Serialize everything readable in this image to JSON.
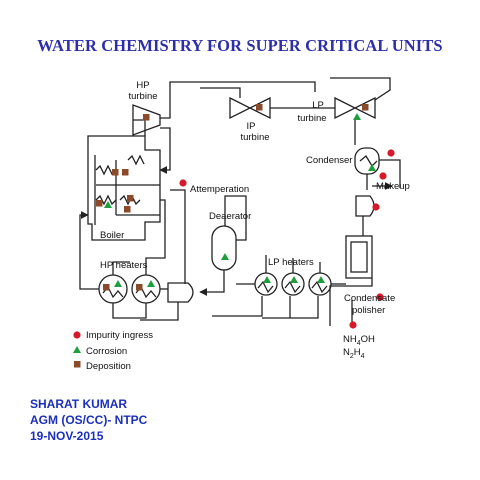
{
  "title": "WATER CHEMISTRY FOR SUPER CRITICAL UNITS",
  "diagram": {
    "labels": {
      "hp_turbine_1": "HP",
      "hp_turbine_2": "turbine",
      "ip_turbine_1": "IP",
      "ip_turbine_2": "turbine",
      "lp_turbine_1": "LP",
      "lp_turbine_2": "turbine",
      "condenser": "Condenser",
      "makeup": "Makeup",
      "attemperation": "Attemperation",
      "deaerator": "Deaerator",
      "boiler": "Boiler",
      "hp_heaters": "HP heaters",
      "lp_heaters": "LP heaters",
      "condensate_polisher_1": "Condensate",
      "condensate_polisher_2": "polisher",
      "nh4oh": "NH",
      "nh4oh_sub": "4",
      "nh4oh_tail": "OH",
      "n2h4_a": "N",
      "n2h4_sub1": "2",
      "n2h4_b": "H",
      "n2h4_sub2": "4"
    },
    "legend": {
      "impurity": "Impurity ingress",
      "corrosion": "Corrosion",
      "deposition": "Deposition"
    },
    "colors": {
      "impurity": "#d61a2a",
      "corrosion": "#1e9e3c",
      "deposition": "#8b4a2a",
      "line": "#222222"
    }
  },
  "author": {
    "name": "SHARAT KUMAR",
    "designation": "AGM (OS/CC)- NTPC",
    "date": "19-NOV-2015"
  }
}
